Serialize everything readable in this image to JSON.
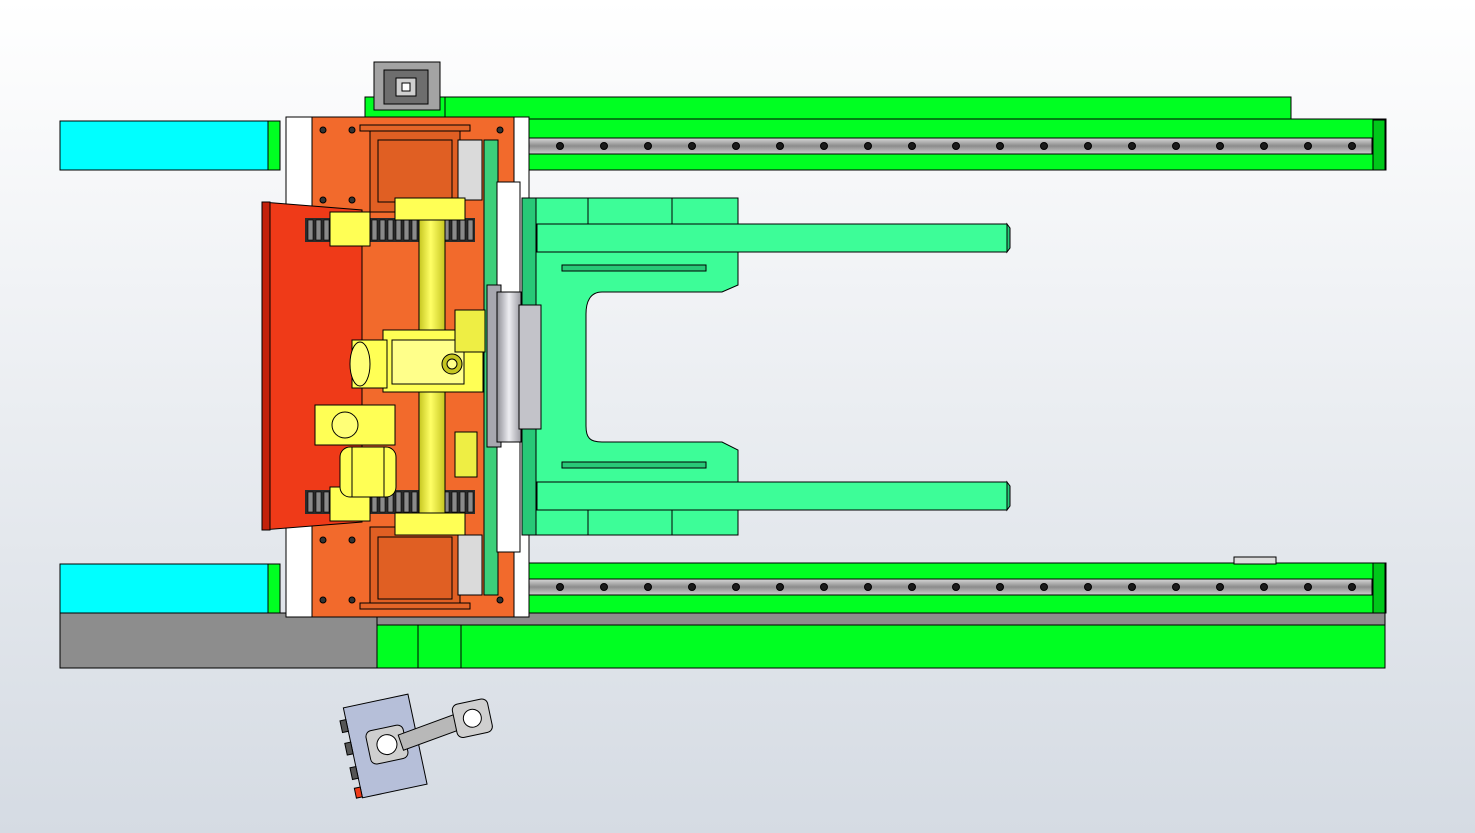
{
  "viewport": {
    "background_top": "#ffffff",
    "background_bottom": "#d5dbe3"
  },
  "colors": {
    "rail_green": "#00ff22",
    "rail_green_dark": "#00c81a",
    "cyan_block": "#00ffff",
    "carriage_orange": "#f26a2c",
    "carriage_dark": "#c14a15",
    "red_plate": "#ef3a18",
    "fork_green": "#3dfd98",
    "fork_dark": "#28c877",
    "gear_yellow": "#ffff55",
    "gear_dark": "#c6c620",
    "chain_dark": "#2a2a2a",
    "steel_grey": "#9a9a9a",
    "disc_grey": "#c9c9cf",
    "motor_box": "#b6bfd9",
    "base_grey": "#8d8d8d",
    "servo_grey": "#a3a3a3",
    "line": "#000000"
  },
  "icons": {
    "rail_bolt": "rail-bolt-icon",
    "servo_motor": "servo-motor-icon",
    "gearbox": "gearbox-icon",
    "rotary_disc": "rotary-disc-icon",
    "sensor_bracket": "sensor-bracket-icon"
  },
  "model": {
    "parts": [
      "top-rail",
      "bottom-rail",
      "carriage",
      "fork",
      "drive-shaft",
      "gearbox",
      "motor",
      "rotary-disc",
      "sensor-bracket",
      "base-beam"
    ]
  }
}
